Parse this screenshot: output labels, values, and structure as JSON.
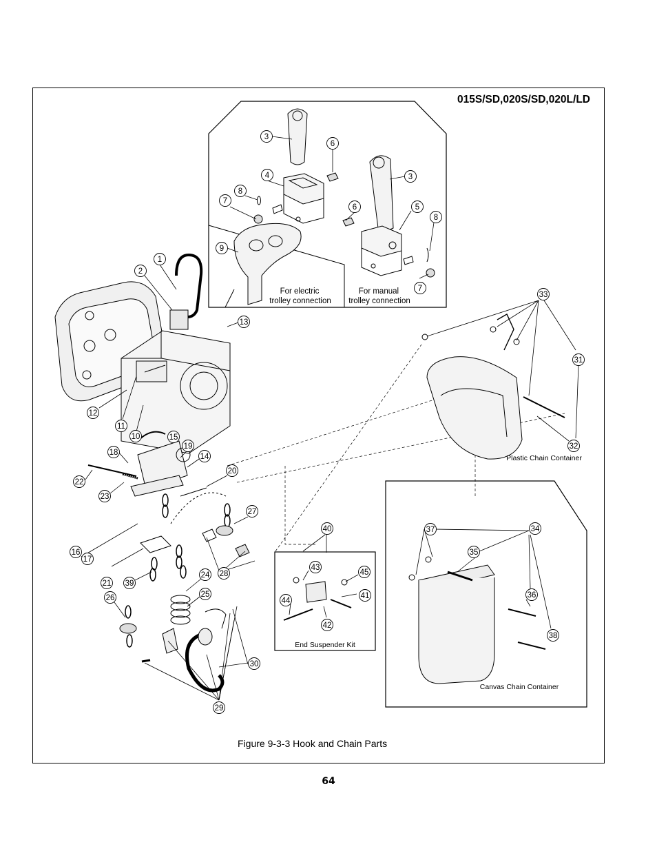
{
  "header": {
    "model": "015S/SD,020S/SD,020L/LD"
  },
  "figure": {
    "caption": "Figure 9-3-3 Hook and Chain Parts",
    "callouts": [
      "1",
      "2",
      "3",
      "3",
      "4",
      "5",
      "6",
      "6",
      "7",
      "7",
      "8",
      "8",
      "9",
      "10",
      "11",
      "12",
      "13",
      "14",
      "15",
      "16",
      "17",
      "18",
      "19",
      "20",
      "21",
      "22",
      "23",
      "24",
      "25",
      "26",
      "27",
      "28",
      "29",
      "30",
      "31",
      "32",
      "33",
      "34",
      "35",
      "36",
      "37",
      "38",
      "39",
      "40",
      "41",
      "42",
      "43",
      "44",
      "45"
    ],
    "labels": {
      "electric": [
        "For electric",
        "trolley connection"
      ],
      "manual": [
        "For manual",
        "trolley connection"
      ],
      "plastic": "Plastic Chain Container",
      "canvas": "Canvas Chain Container",
      "suspender": "End Suspender Kit"
    }
  },
  "footer": {
    "page_number": "64"
  }
}
